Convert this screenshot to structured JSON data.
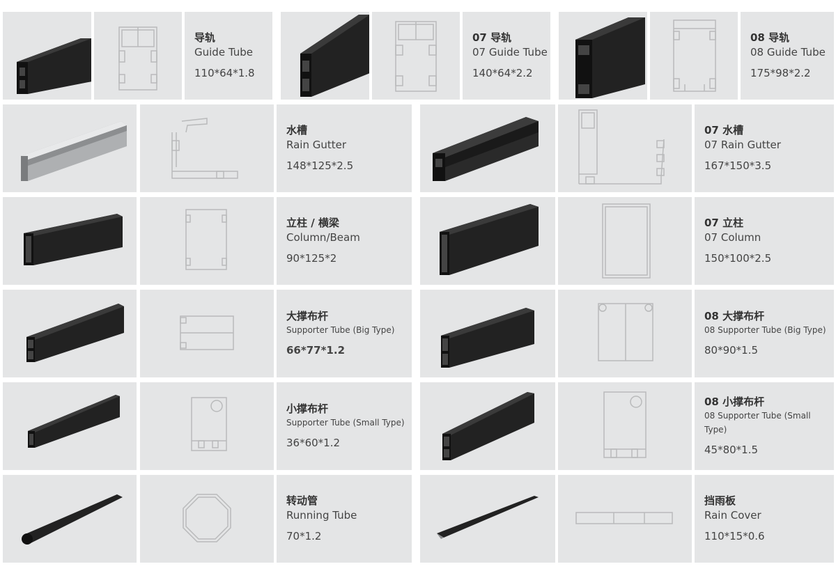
{
  "products": [
    {
      "cn": "导轨",
      "en": "Guide Tube",
      "dim": "110*64*1.8",
      "icon": "guide-tube-profile"
    },
    {
      "cn": "07 导轨",
      "en": "07 Guide Tube",
      "dim": "140*64*2.2",
      "icon": "07-guide-tube-profile"
    },
    {
      "cn": "08 导轨",
      "en": "08 Guide Tube",
      "dim": "175*98*2.2",
      "icon": "08-guide-tube-profile"
    },
    {
      "cn": "水槽",
      "en": "Rain Gutter",
      "dim": "148*125*2.5",
      "icon": "rain-gutter-profile"
    },
    {
      "cn": "07 水槽",
      "en": "07 Rain Gutter",
      "dim": "167*150*3.5",
      "icon": "07-rain-gutter-profile"
    },
    {
      "cn": "立柱 / 横梁",
      "en": "Column/Beam",
      "dim": "90*125*2",
      "icon": "column-beam-profile"
    },
    {
      "cn": "07 立柱",
      "en": "07 Column",
      "dim": "150*100*2.5",
      "icon": "07-column-profile"
    },
    {
      "cn": "大撑布杆",
      "en": "Supporter Tube (Big Type)",
      "dim": "66*77*1.2",
      "icon": "big-supporter-tube-profile"
    },
    {
      "cn": "08 大撑布杆",
      "en": "08 Supporter Tube (Big Type)",
      "dim": "80*90*1.5",
      "icon": "08-big-supporter-tube-profile"
    },
    {
      "cn": "小撑布杆",
      "en": "Supporter Tube (Small Type)",
      "dim": "36*60*1.2",
      "icon": "small-supporter-tube-profile"
    },
    {
      "cn": "08 小撑布杆",
      "en": "08 Supporter Tube (Small Type)",
      "dim": "45*80*1.5",
      "icon": "08-small-supporter-tube-profile"
    },
    {
      "cn": "转动管",
      "en": "Running Tube",
      "dim": "70*1.2",
      "icon": "running-tube-profile"
    },
    {
      "cn": "挡雨板",
      "en": "Rain Cover",
      "dim": "110*15*0.6",
      "icon": "rain-cover-profile"
    }
  ],
  "colors": {
    "cell_bg": "#e4e5e6",
    "profile_black": "#1e1e1e",
    "drawing_line": "#b9babb"
  }
}
